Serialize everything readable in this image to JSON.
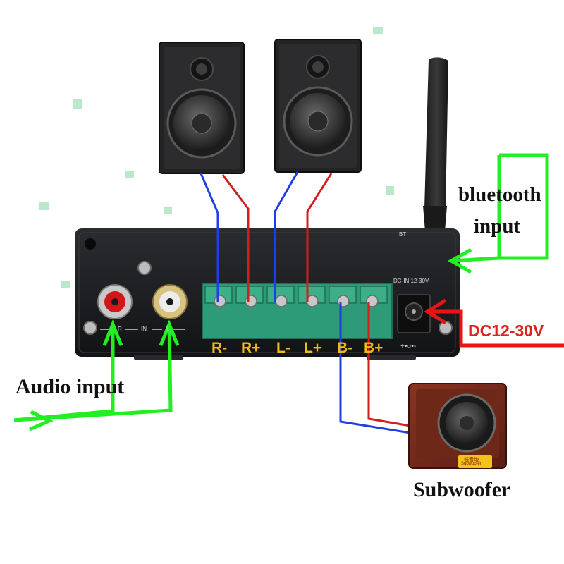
{
  "labels": {
    "bluetooth_line1": "bluetooth",
    "bluetooth_line2": "input",
    "audio_input": "Audio input",
    "dc_supply": "DC12-30V",
    "subwoofer": "Subwoofer"
  },
  "terminals": [
    "R-",
    "R+",
    "L-",
    "L+",
    "B-",
    "B+"
  ],
  "panel_markings": {
    "rca_right": "R",
    "rca_in": "IN",
    "rca_left": "L",
    "antenna_tag": "BT",
    "dc_in": "DC-IN:12-30V",
    "dc_symbol": "+•○•-"
  },
  "subwoofer_badge": {
    "line1": "低音炮",
    "line2": "Subwoofer"
  },
  "colors": {
    "wire_positive": "#d21e1e",
    "wire_negative": "#1f3fe0",
    "arrow_green": "#22ee22",
    "arrow_red": "#e81515",
    "terminal_block": "#2e9b78",
    "terminal_text": "#f2b91a",
    "panel": "#1b1d20"
  }
}
